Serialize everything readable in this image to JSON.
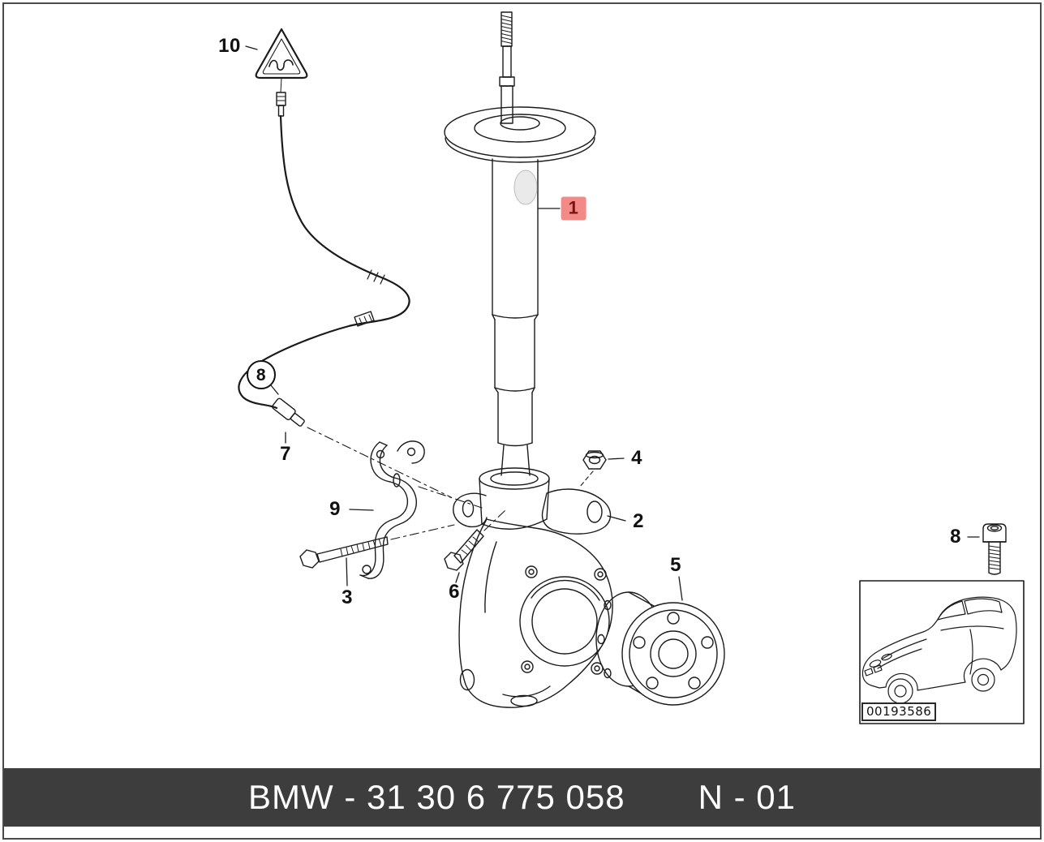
{
  "colors": {
    "banner-bg": "#3d3d3d",
    "banner-text": "#ffffff",
    "highlight-bg": "#f28a88",
    "highlight-text": "#7a1210",
    "line": "#1a1a1a"
  },
  "banner": {
    "part_number": "BMW - 31 30 6 775 058",
    "sheet_code": "N - 01"
  },
  "inset": {
    "callout_label": "8",
    "image_number": "00193586"
  },
  "callouts": [
    {
      "label": "10",
      "part": "warning-triangle-note"
    },
    {
      "label": "8",
      "part": "cable-holder",
      "shape": "circled"
    },
    {
      "label": "7",
      "part": "abs-pulse-sensor"
    },
    {
      "label": "1",
      "part": "front-spring-strut",
      "highlighted": true
    },
    {
      "label": "4",
      "part": "self-locking-nut"
    },
    {
      "label": "2",
      "part": "steering-knuckle"
    },
    {
      "label": "9",
      "part": "sensor-cable-bracket"
    },
    {
      "label": "3",
      "part": "hex-bolt-long"
    },
    {
      "label": "6",
      "part": "hex-bolt-short"
    },
    {
      "label": "5",
      "part": "wheel-hub-with-bearing"
    }
  ]
}
